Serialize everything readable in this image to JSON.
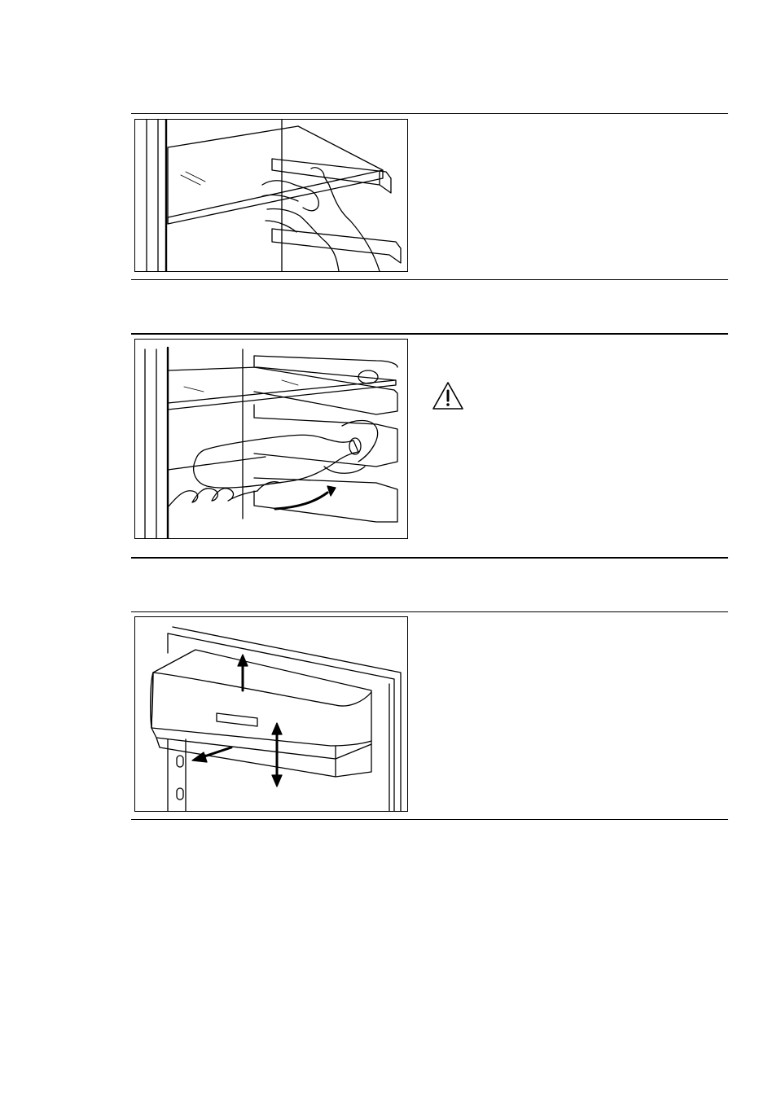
{
  "page": {
    "background": "#ffffff",
    "ink": "#000000"
  },
  "sections": [
    {
      "id": "shelf-removal",
      "figure": "glass-shelf-with-hand",
      "text": ""
    },
    {
      "id": "bottle-rack",
      "figure": "bottle-rack-with-shelf",
      "icon": "warning-icon",
      "text": ""
    },
    {
      "id": "door-balcony",
      "figure": "door-balcony-arrows",
      "text": ""
    }
  ]
}
